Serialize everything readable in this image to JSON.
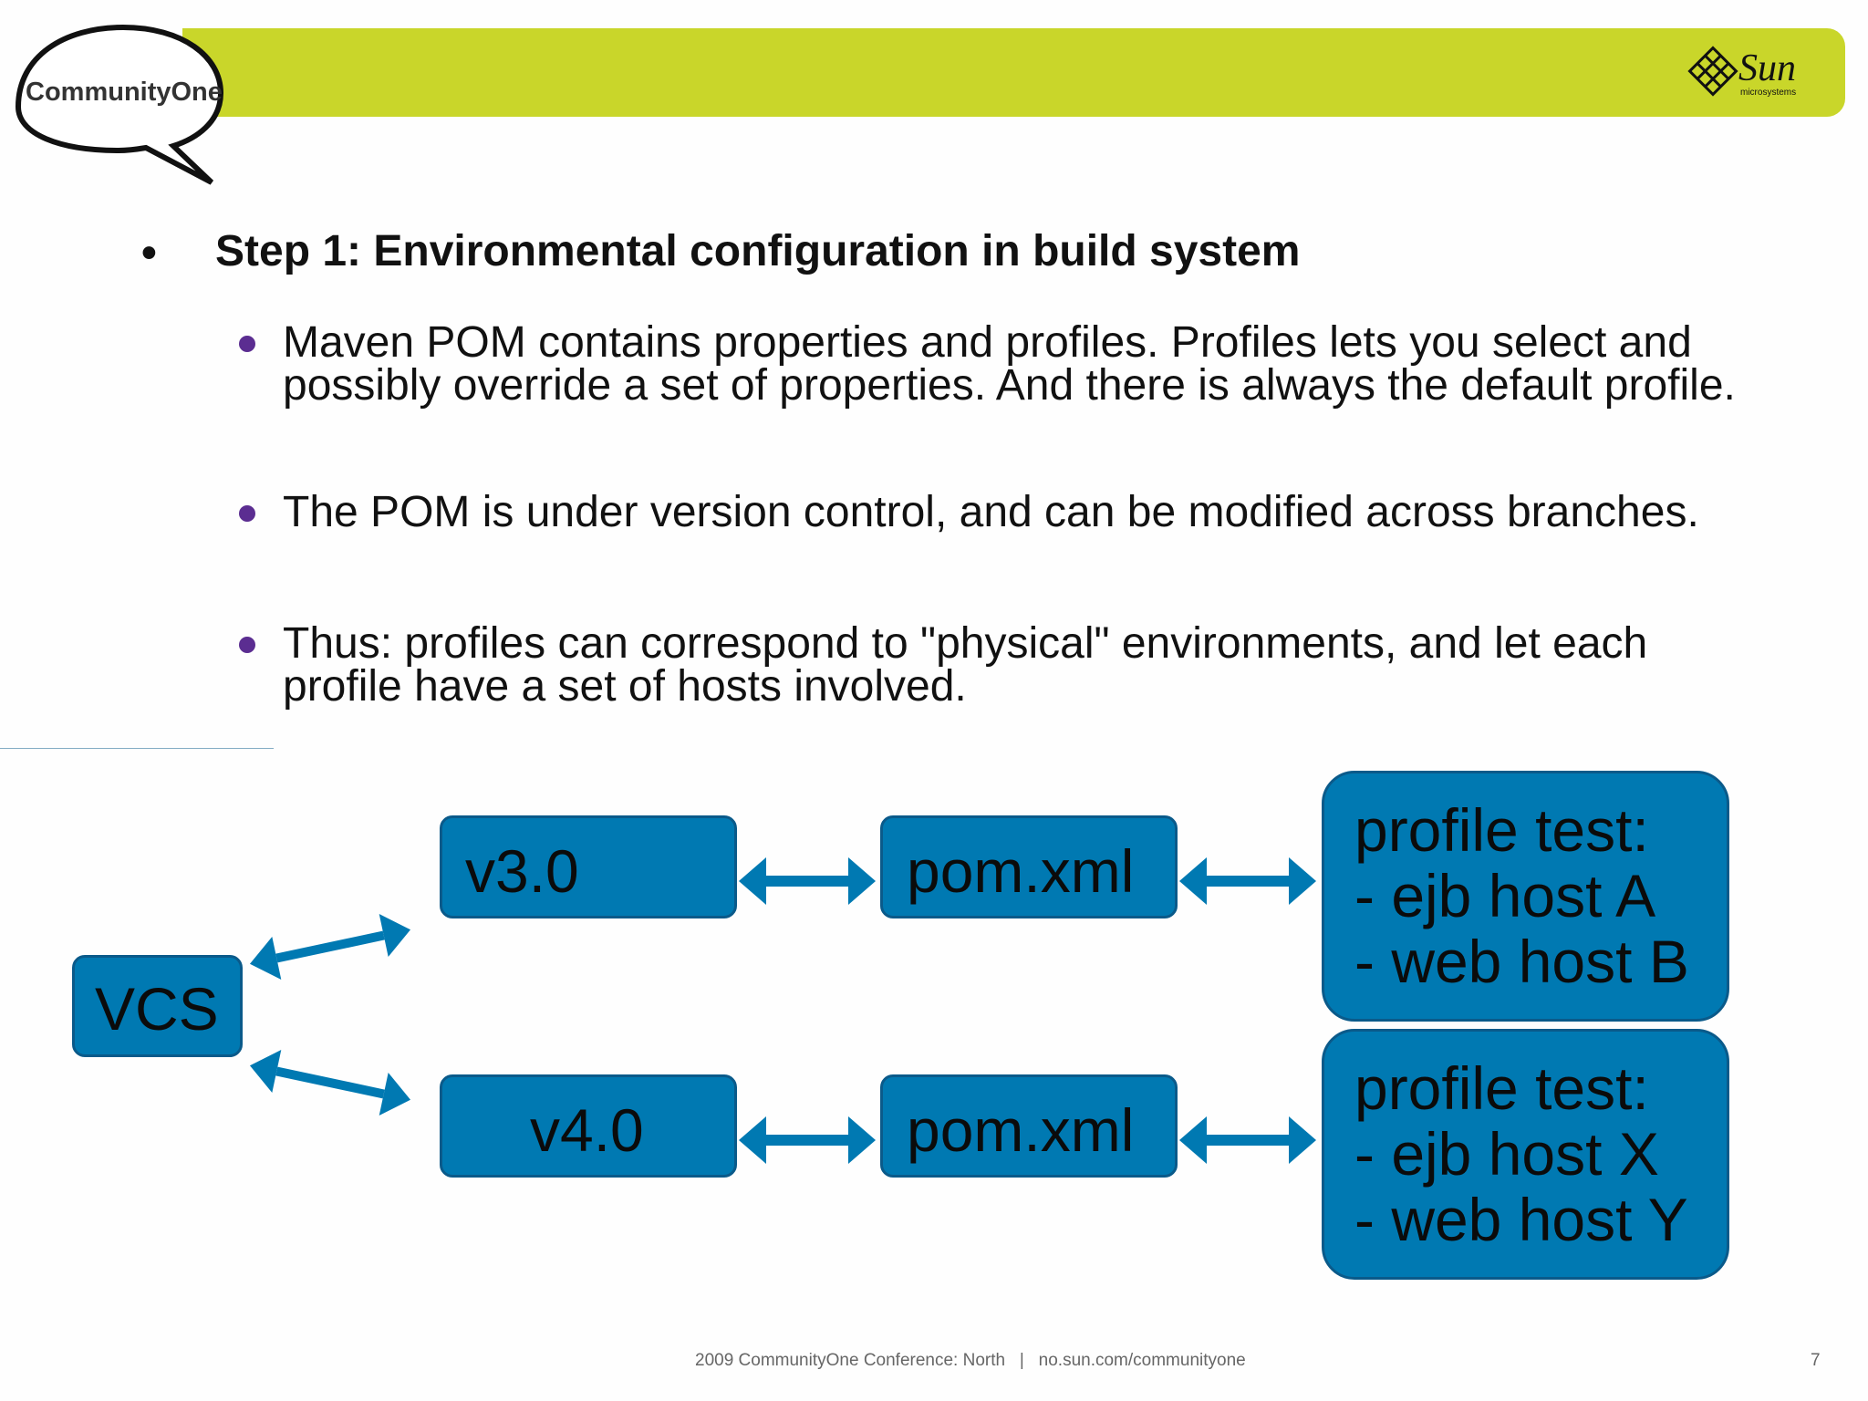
{
  "header": {
    "left_logo_text": "CommunityOne",
    "right_logo_text": "Sun",
    "right_logo_subtext": "microsystems",
    "bar_color": "#c9d62a"
  },
  "content": {
    "heading": "Step 1: Environmental configuration in build system",
    "heading_bullet": "•",
    "bullets": [
      {
        "text": "Maven POM contains properties and profiles. Profiles lets you select and possibly override a set of properties. And there is always the default profile."
      },
      {
        "text": "The POM is under version control, and can be modified across branches."
      },
      {
        "text": "Thus: profiles can correspond to \"physical\" environments, and let each profile have a set of hosts involved."
      }
    ]
  },
  "diagram": {
    "box_color": "#0079b2",
    "vcs": "VCS",
    "branch_top": "v3.0",
    "branch_bottom": "v4.0",
    "pom_top": "pom.xml",
    "pom_bottom": "pom.xml",
    "profile_top": [
      "profile test:",
      "- ejb host A",
      "- web host B"
    ],
    "profile_bottom": [
      "profile test:",
      "- ejb host X",
      "- web host Y"
    ]
  },
  "footer": {
    "text": "2009 CommunityOne Conference: North   |   no.sun.com/communityone",
    "page_number": "7"
  }
}
